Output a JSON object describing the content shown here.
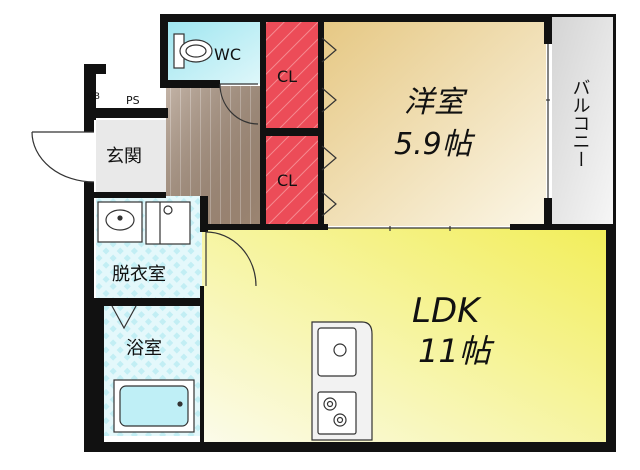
{
  "rooms": {
    "wc": "WC",
    "closet_top": "CL",
    "closet_bottom": "CL",
    "western_room": "洋室",
    "western_room_size": "5.9帖",
    "balcony": "バルコニー",
    "mb": "MB",
    "ps": "PS",
    "entrance": "玄関",
    "dressing_room": "脱衣室",
    "ldk": "LDK",
    "ldk_size": "11帖",
    "bath": "浴室"
  },
  "colors": {
    "wall": "#111111",
    "wc_floor": "#a8ecf4",
    "closet_floor": "#e8404c",
    "western_floor": "#ecdca8",
    "ldk_floor": "#f4f070",
    "entrance_floor": "#a08870",
    "wet_floor": "#c8f0f4",
    "balcony_floor": "#dcdcdc"
  },
  "icons": [
    "toilet-icon",
    "washbasin-icon",
    "washing-machine-pan-icon",
    "kitchen-sink-icon",
    "stove-icon",
    "bathtub-icon"
  ]
}
